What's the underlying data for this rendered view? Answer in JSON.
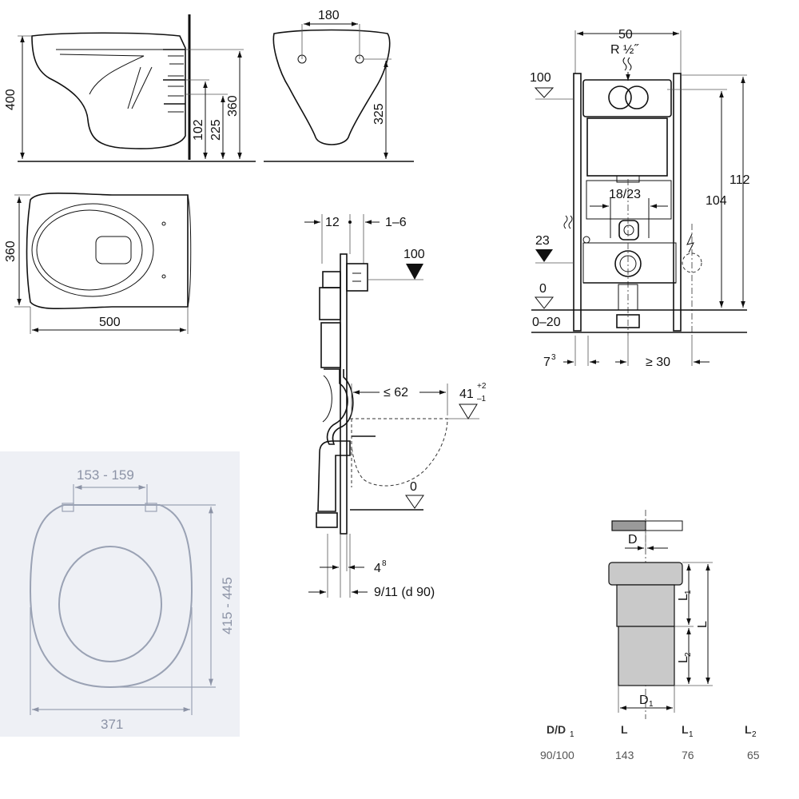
{
  "toilet_side_view": {
    "dim_height": "400",
    "dim_outlet_1": "102",
    "dim_outlet_2": "225",
    "dim_fix_height": "360"
  },
  "toilet_front_view": {
    "dim_fix_spacing": "180",
    "dim_fix_height": "325"
  },
  "toilet_top_view": {
    "dim_width": "360",
    "dim_length": "500"
  },
  "frame_front_view": {
    "dim_width": "50",
    "thread_label": "R ½˝",
    "level_top": "100",
    "dim_cistern_height": "112",
    "dim_frame_height": "104",
    "dim_bolt_spacing": "18/23",
    "level_outlet": "23",
    "level_floor": "0",
    "floor_range": "0–20",
    "dim_leg": "7",
    "dim_leg_sup": "3",
    "dim_min_spacing": "≥ 30"
  },
  "frame_side_view": {
    "dim_depth": "12",
    "dim_gap": "1–6",
    "level_top": "100",
    "dim_projection": "≤ 62",
    "level_rim": "41",
    "tol_plus": "+2",
    "tol_minus": "–1",
    "level_floor": "0",
    "dim_wall_offset": "4",
    "dim_wall_offset_sup": "8",
    "dim_wall_note": "9/11 (d 90)"
  },
  "seat_view": {
    "dim_hinge": "153 - 159",
    "dim_length": "415 - 445",
    "dim_width": "371"
  },
  "connector_view": {
    "label_d": "D",
    "label_d1": "D",
    "label_d1_sub": "1",
    "label_l": "L",
    "label_l1": "L",
    "label_l1_sub": "1",
    "label_l2": "L",
    "label_l2_sub": "2",
    "table": {
      "headers": [
        {
          "main": "D/D",
          "sub": "1"
        },
        {
          "main": "L",
          "sub": ""
        },
        {
          "main": "L",
          "sub": "1"
        },
        {
          "main": "L",
          "sub": "2"
        }
      ],
      "row": [
        "90/100",
        "143",
        "76",
        "65"
      ]
    }
  }
}
